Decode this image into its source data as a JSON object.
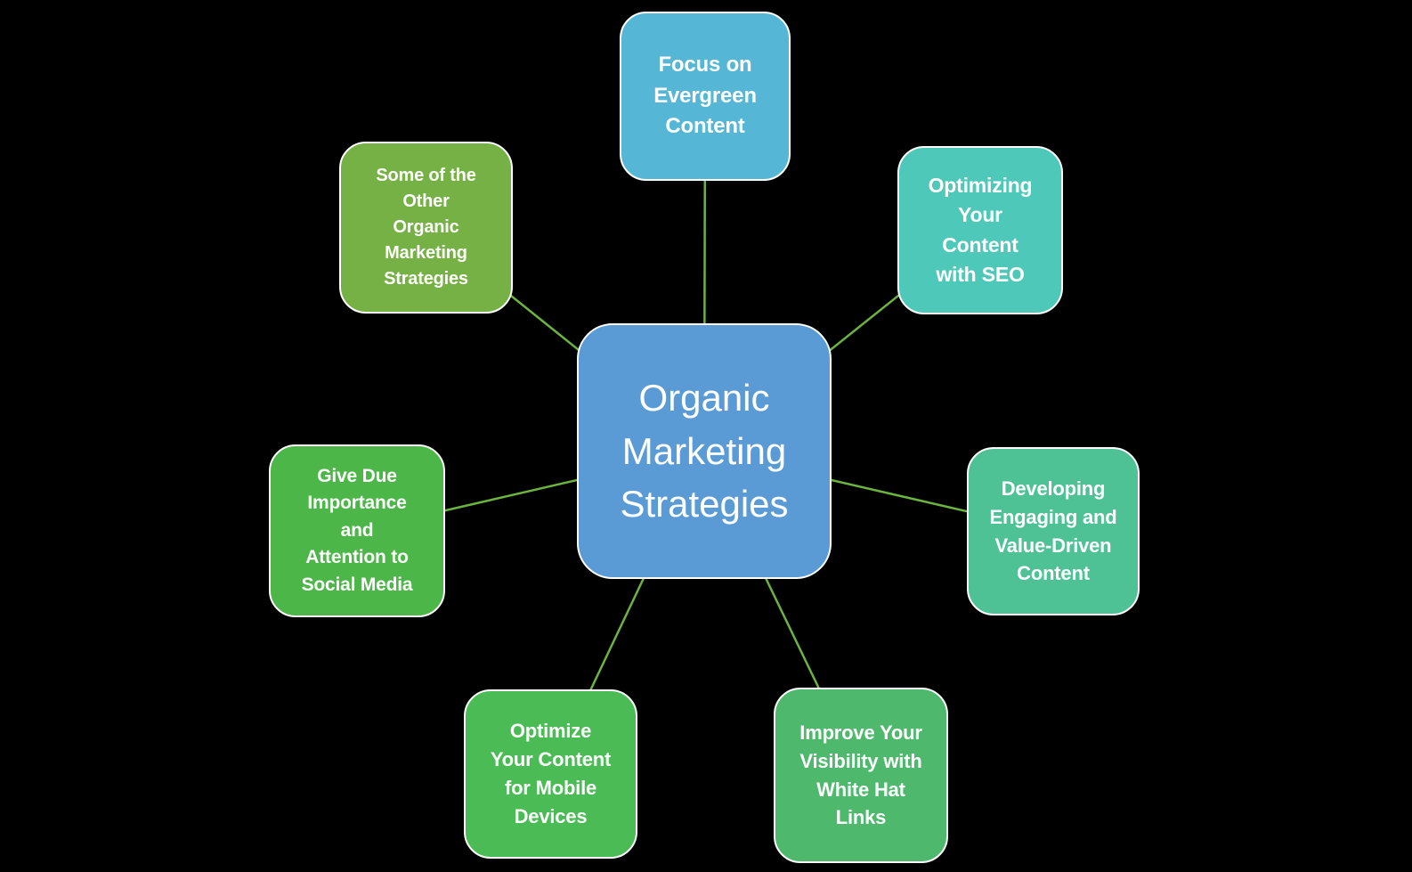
{
  "background_color": "#000000",
  "connector_color": "#6CB33F",
  "center_node": {
    "label": "Organic\nMarketing\nStrategies",
    "color": "#5B9BD5",
    "text_color": "#FFFFFF"
  },
  "nodes": [
    {
      "name": "focus-on-evergreen-content",
      "label": "Focus on\nEvergreen\nContent",
      "color": "#55B6D6"
    },
    {
      "name": "optimizing-your-content-with-seo",
      "label": "Optimizing\nYour\nContent\nwith SEO",
      "color": "#4EC8B8"
    },
    {
      "name": "developing-engaging-and-value-driven-content",
      "label": "Developing\nEngaging and\nValue-Driven\nContent",
      "color": "#4FC295"
    },
    {
      "name": "improve-your-visibility-with-white-hat-links",
      "label": "Improve Your\nVisibility with\nWhite Hat\nLinks",
      "color": "#4EB96C"
    },
    {
      "name": "optimize-your-content-for-mobile-devices",
      "label": "Optimize\nYour Content\nfor Mobile\nDevices",
      "color": "#4BBB55"
    },
    {
      "name": "give-due-importance-and-attention-to-social-media",
      "label": "Give Due\nImportance\nand\nAttention to\nSocial Media",
      "color": "#4CB748"
    },
    {
      "name": "some-of-the-other-organic-marketing-strategies",
      "label": "Some of the\nOther\nOrganic\nMarketing\nStrategies",
      "color": "#75B144"
    }
  ]
}
